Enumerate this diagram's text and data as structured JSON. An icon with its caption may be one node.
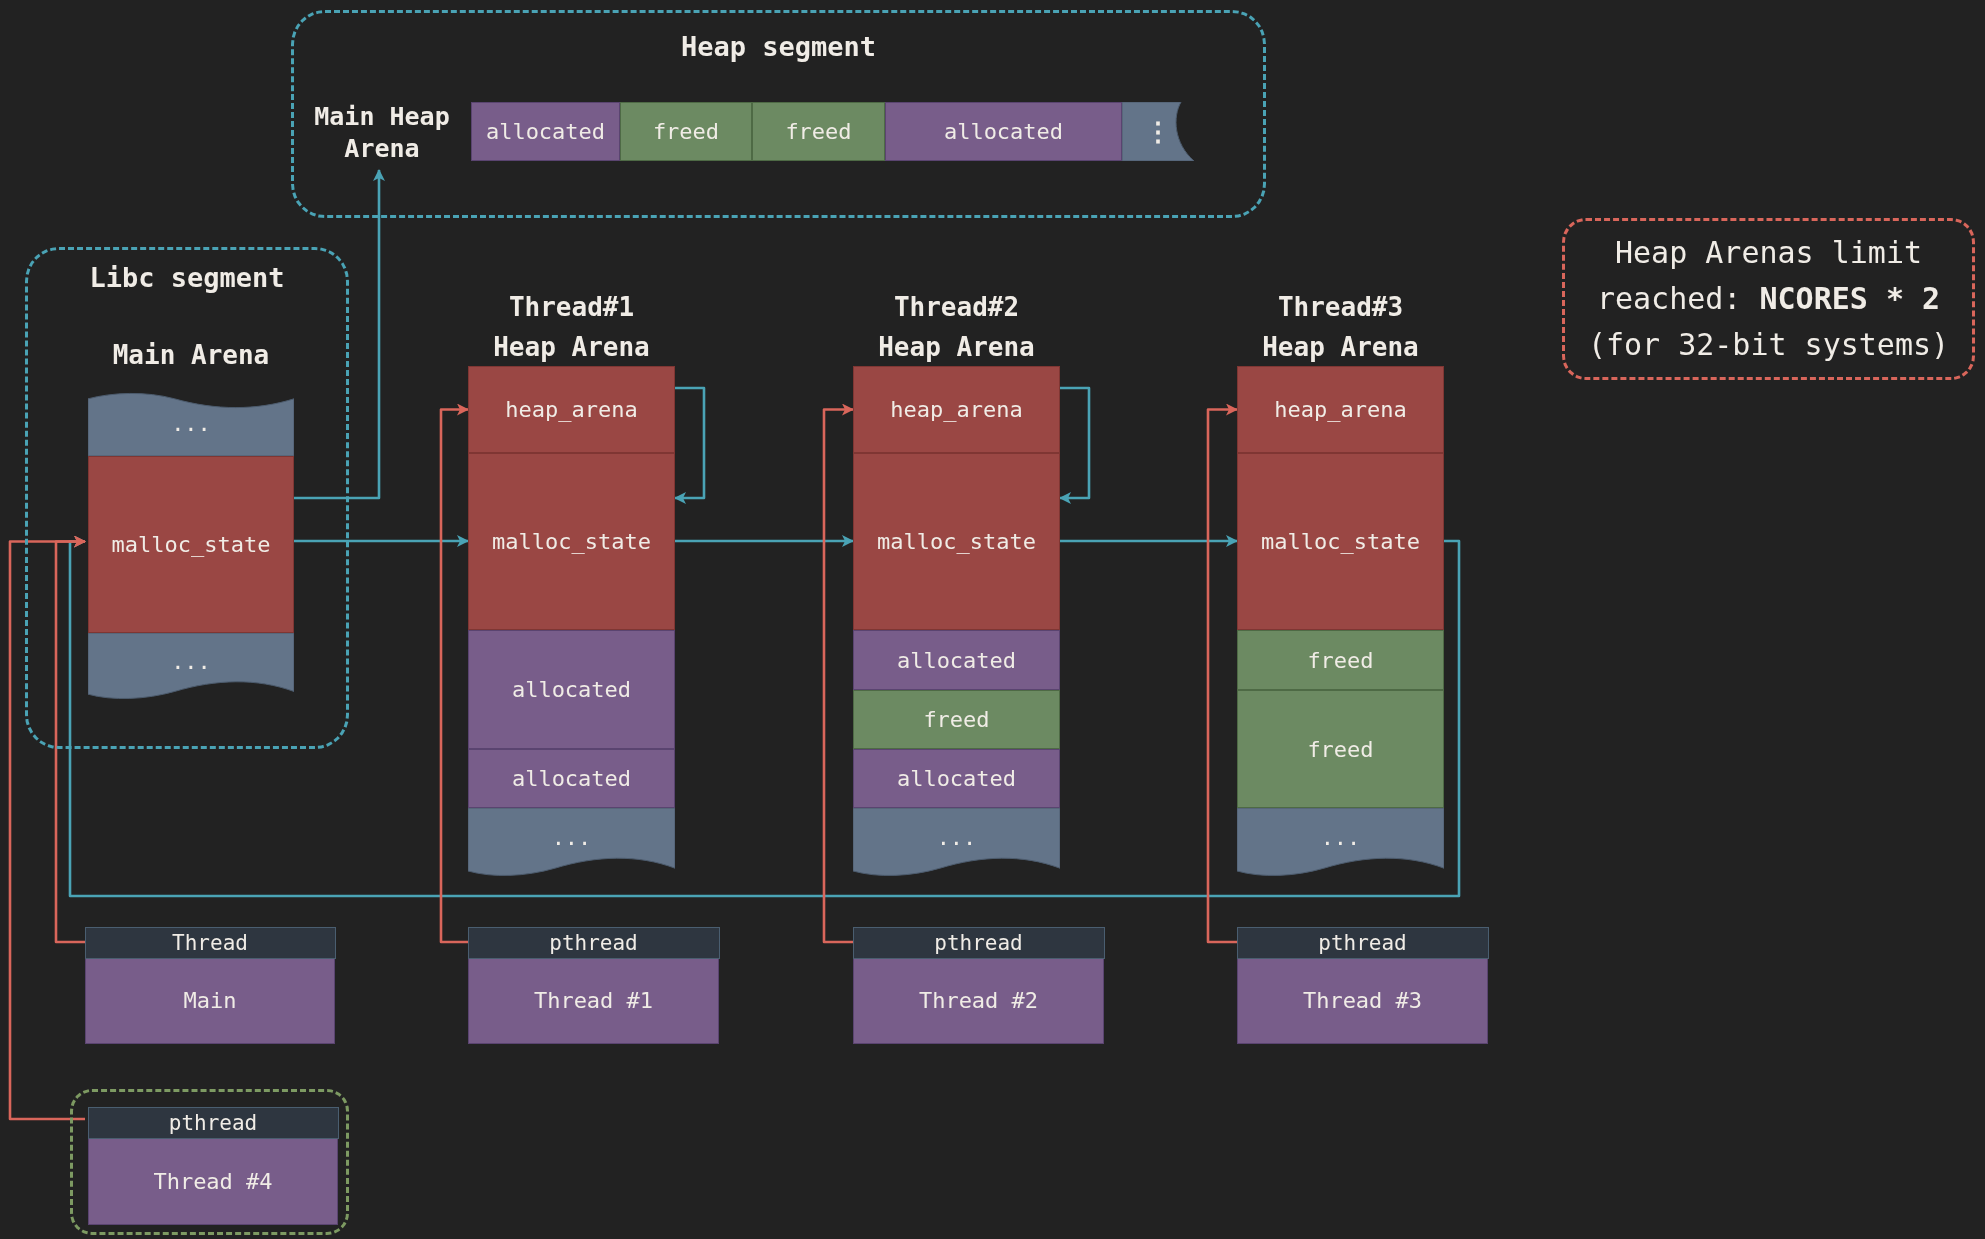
{
  "diagram": {
    "nodes": [
      {
        "text": [
          "Heap segment"
        ]
      },
      {
        "text": [
          "Main Heap Arena"
        ],
        "in": 0
      },
      {
        "text": [
          "allocated"
        ],
        "in": 0
      },
      {
        "text": [
          "freed"
        ],
        "in": 0
      },
      {
        "text": [
          "freed"
        ],
        "in": 0
      },
      {
        "text": [
          "allocated"
        ],
        "in": 0
      },
      {
        "text": [
          "⋮"
        ],
        "in": 0
      },
      {
        "text": [
          "Heap Arenas limit reached: **NCORES * 2** (for 32-bit systems)"
        ]
      },
      {
        "text": [
          "Libc segment"
        ]
      },
      {
        "text": [
          "Main Arena"
        ],
        "in": 8
      },
      {
        "text": [
          "..."
        ],
        "in": 9
      },
      {
        "text": [
          "malloc_state"
        ],
        "in": 9
      },
      {
        "text": [
          "..."
        ],
        "in": 9
      },
      {
        "text": [
          "Thread#1 Heap Arena"
        ]
      },
      {
        "text": [
          "heap_arena"
        ],
        "in": 13
      },
      {
        "text": [
          "malloc_state"
        ],
        "in": 13
      },
      {
        "text": [
          "allocated"
        ],
        "in": 13
      },
      {
        "text": [
          "allocated"
        ],
        "in": 13
      },
      {
        "text": [
          "..."
        ],
        "in": 13
      },
      {
        "text": [
          "Thread#2 Heap Arena"
        ]
      },
      {
        "text": [
          "heap_arena"
        ],
        "in": 19
      },
      {
        "text": [
          "malloc_state"
        ],
        "in": 19
      },
      {
        "text": [
          "allocated"
        ],
        "in": 19
      },
      {
        "text": [
          "freed"
        ],
        "in": 19
      },
      {
        "text": [
          "allocated"
        ],
        "in": 19
      },
      {
        "text": [
          "..."
        ],
        "in": 19
      },
      {
        "text": [
          "Thread#3 Heap Arena"
        ]
      },
      {
        "text": [
          "heap_arena"
        ],
        "in": 26
      },
      {
        "text": [
          "malloc_state"
        ],
        "in": 26
      },
      {
        "text": [
          "freed"
        ],
        "in": 26
      },
      {
        "text": [
          "freed"
        ],
        "in": 26
      },
      {
        "text": [
          "..."
        ],
        "in": 26
      },
      {
        "text": [
          "Thread",
          "Main"
        ]
      },
      {
        "text": [
          "pthread",
          "Thread #1"
        ]
      },
      {
        "text": [
          "pthread",
          "Thread #2"
        ]
      },
      {
        "text": [
          "pthread",
          "Thread #3"
        ]
      },
      {
        "text": [],
        "shape": "box"
      },
      {
        "text": [
          "pthread",
          "Thread #4"
        ],
        "in": 36
      }
    ],
    "edges": [
      {
        "from": 11,
        "to": 1,
        "arrow": "to"
      },
      {
        "from": 11,
        "to": 15,
        "arrow": "to"
      },
      {
        "from": 14,
        "to": 15,
        "arrow": "to"
      },
      {
        "from": 15,
        "to": 21,
        "arrow": "to"
      },
      {
        "from": 20,
        "to": 21,
        "arrow": "to"
      },
      {
        "from": 21,
        "to": 28,
        "arrow": "to"
      },
      {
        "from": 28,
        "to": 11,
        "arrow": "to"
      },
      {
        "from": 32,
        "to": 11,
        "arrow": "to",
        "color": "#d9665b"
      },
      {
        "from": 37,
        "to": 11,
        "arrow": "to",
        "color": "#d9665b"
      },
      {
        "from": 33,
        "to": 14,
        "arrow": "to",
        "color": "#d9665b"
      },
      {
        "from": 34,
        "to": 20,
        "arrow": "to",
        "color": "#d9665b"
      },
      {
        "from": 35,
        "to": 27,
        "arrow": "to",
        "color": "#d9665b"
      }
    ]
  }
}
